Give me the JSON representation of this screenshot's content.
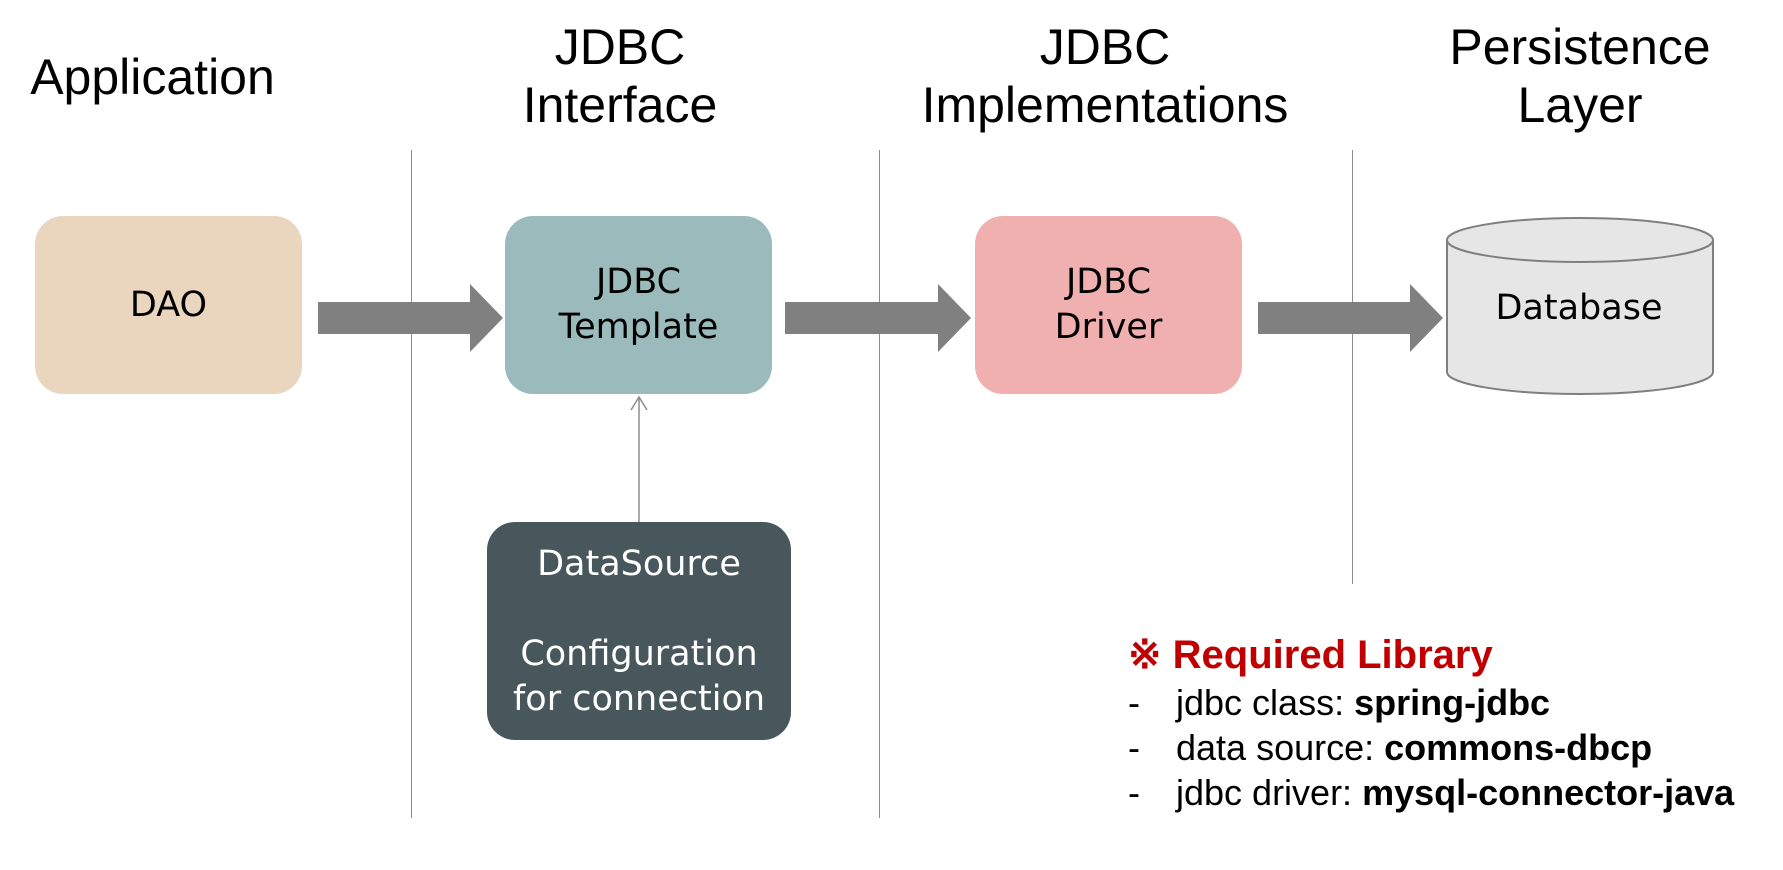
{
  "headers": {
    "application": [
      "Application"
    ],
    "jdbc_interface": [
      "JDBC",
      "Interface"
    ],
    "jdbc_implementations": [
      "JDBC",
      "Implementations"
    ],
    "persistence_layer": [
      "Persistence",
      "Layer"
    ]
  },
  "boxes": {
    "dao": [
      "DAO"
    ],
    "jdbc_template": [
      "JDBC",
      "Template"
    ],
    "jdbc_driver": [
      "JDBC",
      "Driver"
    ],
    "database": "Database",
    "datasource": {
      "title": "DataSource",
      "lines": [
        "Configuration",
        "for connection"
      ]
    }
  },
  "required_library": {
    "symbol": "※",
    "title": "Required Library",
    "items": [
      {
        "dash": "-",
        "label": "jdbc class: ",
        "value": "spring-jdbc"
      },
      {
        "dash": "-",
        "label": "data source: ",
        "value": "commons-dbcp"
      },
      {
        "dash": "-",
        "label": "jdbc driver: ",
        "value": "mysql-connector-java"
      }
    ]
  },
  "colors": {
    "dao_fill": "#ead6be",
    "template_fill": "#9bbabc",
    "driver_fill": "#f0b0b0",
    "datasource_fill": "#47575c",
    "database_fill": "#e6e6e6",
    "arrow_fill": "#808080",
    "library_title": "#c00000"
  }
}
